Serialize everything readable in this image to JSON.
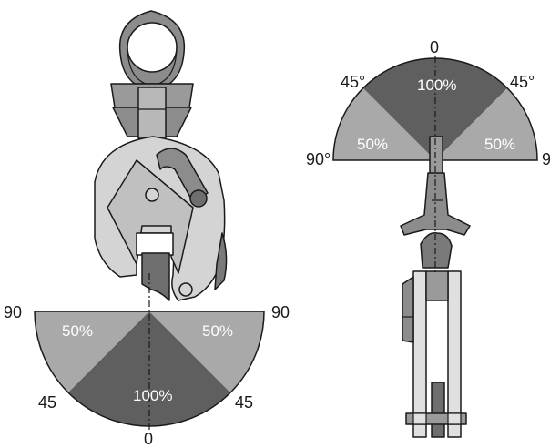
{
  "diagram": {
    "left": {
      "angle_90_left": "90",
      "angle_90_right": "90",
      "pct_left": "50%",
      "pct_right": "50%",
      "pct_center": "100%",
      "angle_45_left": "45",
      "angle_45_right": "45",
      "angle_0": "0"
    },
    "right": {
      "angle_0": "0",
      "angle_45_left": "45°",
      "angle_45_right": "45°",
      "pct_center": "100%",
      "pct_left": "50%",
      "pct_right": "50%",
      "angle_90_left": "90°",
      "angle_90_right": "9"
    },
    "colors": {
      "dark_sector": "#5f5f5f",
      "light_sector": "#a9a9a9",
      "clamp_body": "#d4d4d4",
      "clamp_metal": "#8c8c8c",
      "plate": "#e0e0e0"
    }
  }
}
